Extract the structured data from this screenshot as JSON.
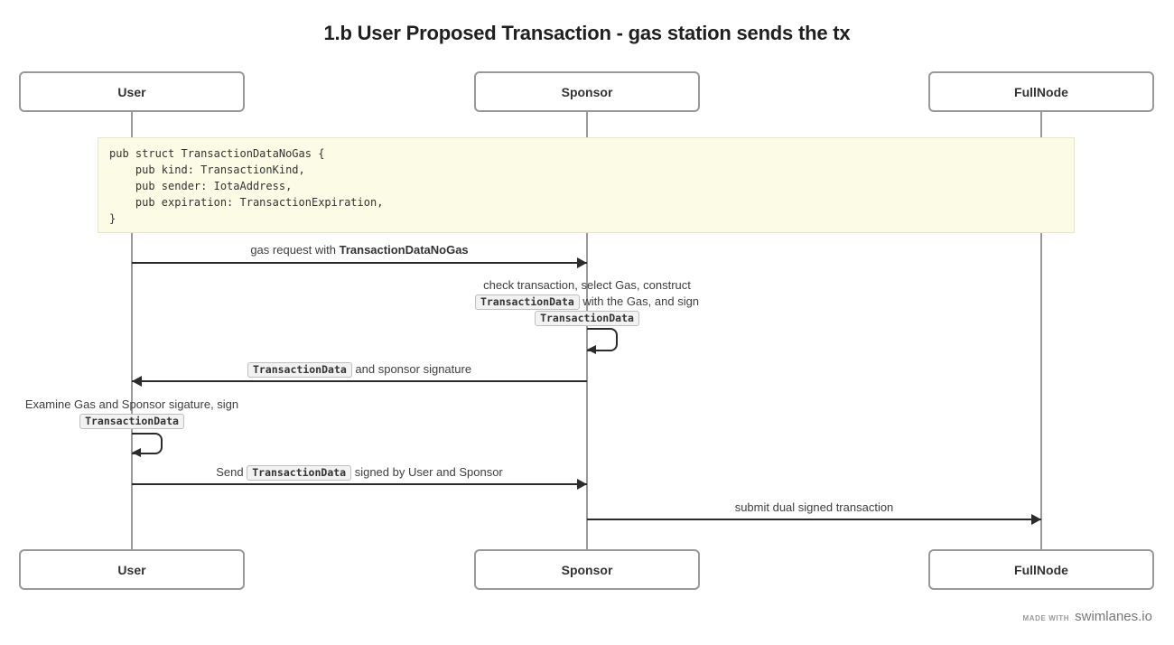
{
  "title": "1.b User Proposed Transaction - gas station sends the tx",
  "colors": {
    "arrow": "#2b2b2b",
    "box_border": "#999999",
    "lifeline": "#999999",
    "label_text": "#3e3e3e",
    "note_bg": "#fcfce6",
    "note_border": "#e6e6cc",
    "tag_bg": "#f2f2f2",
    "tag_border": "#bfbfbf"
  },
  "actors": {
    "top": [
      "User",
      "Sponsor",
      "FullNode"
    ],
    "bottom": [
      "User",
      "Sponsor",
      "FullNode"
    ]
  },
  "note": {
    "lines": [
      "pub struct TransactionDataNoGas {",
      "    pub kind: TransactionKind,",
      "    pub sender: IotaAddress,",
      "    pub expiration: TransactionExpiration,",
      "}"
    ]
  },
  "messages": {
    "gas_request": {
      "prefix": "gas request with ",
      "bold": "TransactionDataNoGas"
    },
    "sponsor_self": {
      "line1": "check transaction, select Gas, construct",
      "line2_code": "TransactionData",
      "line2_rest": " with the Gas, and sign",
      "line3_code": "TransactionData"
    },
    "sponsor_reply": {
      "code": "TransactionData",
      "rest": " and sponsor signature"
    },
    "user_self": {
      "line1": "Examine Gas and Sponsor sigature, sign",
      "line2_code": "TransactionData"
    },
    "send_signed": {
      "prefix": "Send ",
      "code": "TransactionData",
      "suffix": " signed by User and Sponsor"
    },
    "submit": {
      "label": "submit dual signed transaction"
    }
  },
  "footer": {
    "made_with": "MADE WITH",
    "brand": "swimlanes.io"
  }
}
